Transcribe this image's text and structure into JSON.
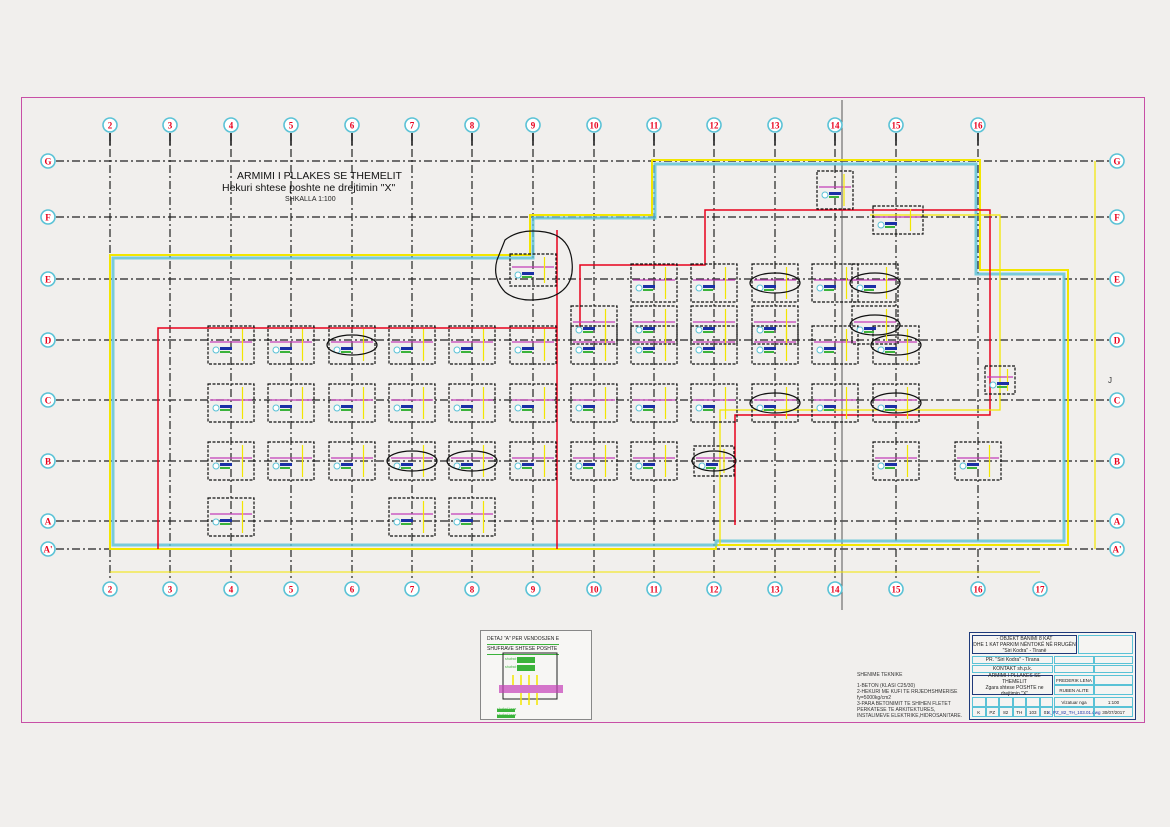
{
  "drawing": {
    "title": "ARMIMI I PLLAKES SE THEMELIT",
    "subtitle": "Hekuri shtese poshte ne  drejtimin \"X\"",
    "scale": "SHKALLA 1:100",
    "column_axes": [
      "2",
      "3",
      "4",
      "5",
      "6",
      "7",
      "8",
      "9",
      "10",
      "11",
      "12",
      "13",
      "14",
      "15",
      "16"
    ],
    "bottom_column_axes": [
      "2",
      "3",
      "4",
      "5",
      "6",
      "7",
      "8",
      "9",
      "10",
      "11",
      "12",
      "13",
      "14",
      "15",
      "16",
      "17"
    ],
    "row_axes": [
      "G",
      "F",
      "E",
      "D",
      "C",
      "B",
      "A",
      "A'"
    ],
    "section_mark": "J",
    "colors": {
      "frame": "#c84fa6",
      "axis_bubble": "#5ac2d6",
      "axis_label": "#e8001c",
      "outline_red": "#e8001c",
      "outline_yellow": "#f2e600",
      "outline_cyan": "#5ac2d6",
      "rebar_magenta": "#c43fb8",
      "label_green": "#3bb33b",
      "label_blue": "#1a2fa6",
      "grid_line": "#222222"
    }
  },
  "detail": {
    "title_line1": "DETAJ \"A\" PER VENDOSJEN E",
    "title_line2": "SHUFRAVE SHTESE POSHTE",
    "label_top1": "shufrat shtese",
    "label_top2": "shufrat shtese",
    "label_bottom1": "shufrat baze",
    "label_bottom2": "shufrat baze"
  },
  "notes": {
    "heading": "SHENIME TEKNIKE",
    "lines": [
      "1-BETON (KLASI C25/30)",
      "2-HEKURI ME KUFI TE RRJEDHSHMERISE fy=5000kg/cm2",
      "3-PARA BETONIMIT TE SHIHEN FLETET PERKATESE TE ARKITEKTURES,",
      "INSTALIMEVE ELEKTRIKE,HIDROSANITARE."
    ]
  },
  "title_block": {
    "project_line1": "- OBJEKT BANIMI 8 KAT",
    "project_line2": "DHE 1 KAT PARKIM NËNTOKË NË RRUGËN \"Siri Kodra\" - Tiranë",
    "client": "PR. \"Siri Kodra\" - Tirana",
    "contractor": "KONTAKT sh.p.k.",
    "sheet_title1": "ARMIMI I PLLAKES SE THEMELIT",
    "sheet_title2": "Zgara shtese POSHTE ne drejtimin \"X\"",
    "designer1": "FREDERIK LENA",
    "designer2": "RUBEN ALITE",
    "scale_label": "Vizatuar nga",
    "scale_value": "1:100",
    "codes": [
      "K",
      "PZ",
      "82",
      "TH",
      "103",
      "01"
    ],
    "file_name": "K_PZ_82_TH_103.01.dwg",
    "date": "30/07/2017"
  }
}
